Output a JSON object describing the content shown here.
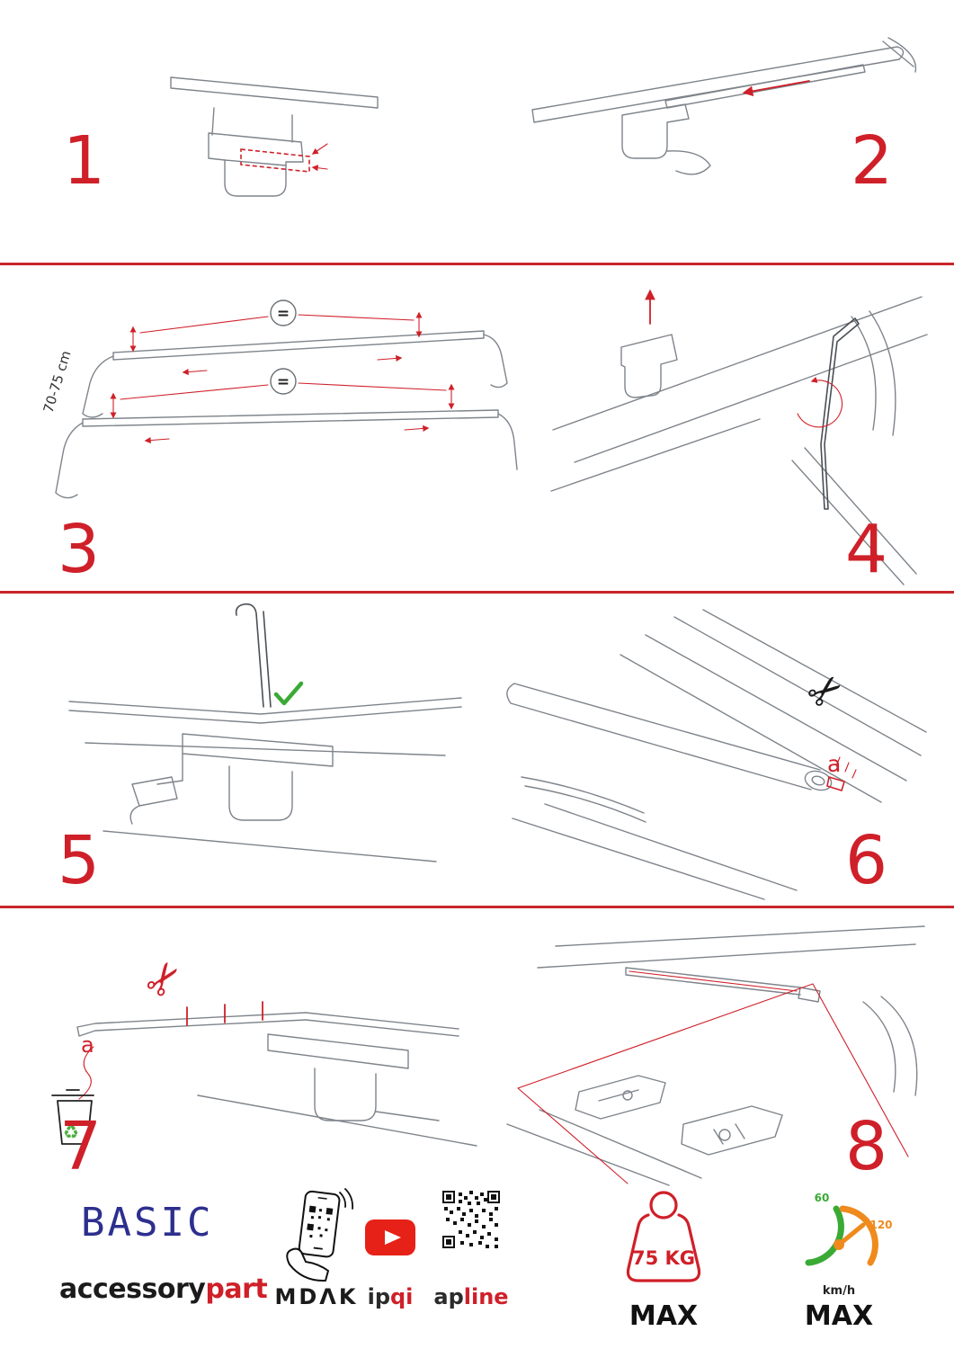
{
  "colors": {
    "accent_red": "#cf2029",
    "logo_blue": "#2d2f8e",
    "gauge_green": "#3aaa35",
    "gauge_orange": "#ef8a1d",
    "youtube_red": "#e62117"
  },
  "icons": {
    "scissors": "✂",
    "recycle": "♻"
  },
  "steps": [
    {
      "number": "1"
    },
    {
      "number": "2"
    },
    {
      "number": "3",
      "distance_label": "70-75 cm",
      "equal_sign": "="
    },
    {
      "number": "4"
    },
    {
      "number": "5"
    },
    {
      "number": "6",
      "part_label": "a"
    },
    {
      "number": "7",
      "part_label": "a"
    },
    {
      "number": "8"
    }
  ],
  "footer": {
    "logo": "BASIC",
    "brand_primary": "accessory",
    "brand_accent": "part",
    "app_name": "MDΛK",
    "channel_name_primary": "ip",
    "channel_name_accent": "qi",
    "site_primary": "ap",
    "site_accent": "line",
    "max_load": "75 KG",
    "max_load_label": "MAX",
    "speed_min": "60",
    "speed_max_value": "120",
    "speed_unit": "km/h",
    "speed_label": "MAX"
  }
}
